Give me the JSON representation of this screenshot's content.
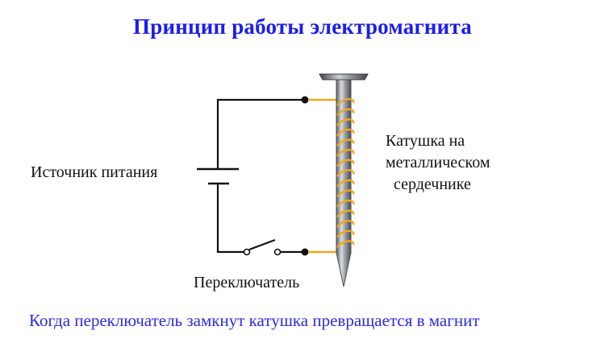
{
  "title": "Принцип работы электромагнита",
  "labels": {
    "power_source": "Источник питания",
    "switch": "Переключатель",
    "coil_line1": "Катушка на",
    "coil_line2": "металлическом",
    "coil_line3": "сердечнике"
  },
  "caption": "Когда переключатель замкнут катушка превращается в магнит",
  "colors": {
    "title": "#1c1cf0",
    "caption": "#2a2ae8",
    "wire": "#111111",
    "coil": "#f0a81c",
    "nail": "#8a8e93"
  }
}
